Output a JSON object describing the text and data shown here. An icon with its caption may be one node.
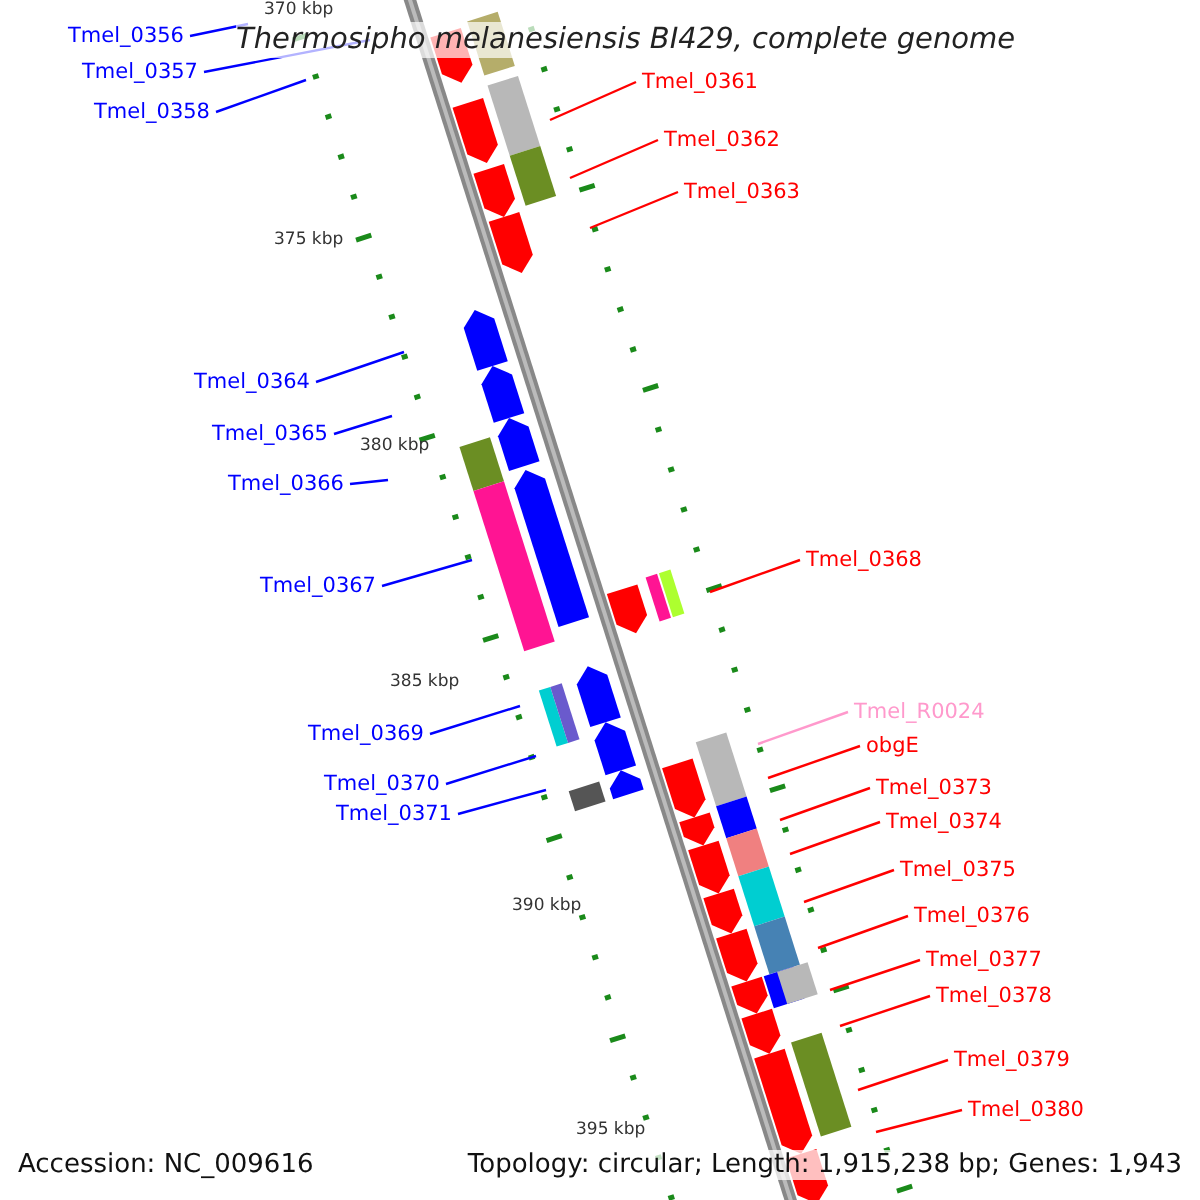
{
  "diagram": {
    "title": "Thermosipho melanesiensis BI429, complete genome",
    "nodes": [
      {
        "text": [
          "Tmel_0356"
        ]
      },
      {
        "text": [
          "Tmel_0357"
        ]
      },
      {
        "text": [
          "Tmel_0361"
        ]
      },
      {
        "text": [
          "Tmel_0358"
        ]
      },
      {
        "text": [
          "Tmel_0362"
        ]
      },
      {
        "text": [
          "Tmel_0363"
        ]
      },
      {
        "text": [
          "Tmel_0364"
        ]
      },
      {
        "text": [
          "Tmel_0365"
        ]
      },
      {
        "text": [
          "Tmel_0366"
        ]
      },
      {
        "text": [
          "Tmel_0368"
        ]
      },
      {
        "text": [
          "Tmel_0367"
        ]
      },
      {
        "text": [
          "Tmel_R0024"
        ]
      },
      {
        "text": [
          "Tmel_0369"
        ]
      },
      {
        "text": [
          "obgE"
        ]
      },
      {
        "text": [
          "Tmel_0370"
        ]
      },
      {
        "text": [
          "Tmel_0373"
        ]
      },
      {
        "text": [
          "Tmel_0371"
        ]
      },
      {
        "text": [
          "Tmel_0374"
        ]
      },
      {
        "text": [
          "Tmel_0375"
        ]
      },
      {
        "text": [
          "Tmel_0376"
        ]
      },
      {
        "text": [
          "Tmel_0377"
        ]
      },
      {
        "text": [
          "Tmel_0378"
        ]
      },
      {
        "text": [
          "Tmel_0379"
        ]
      },
      {
        "text": [
          "Tmel_0380"
        ]
      }
    ],
    "edges": [
      {
        "from": 0,
        "to": null,
        "arrow": "none",
        "color": "#0000ff"
      },
      {
        "from": 1,
        "to": null,
        "arrow": "none",
        "color": "#0000ff"
      },
      {
        "from": 2,
        "to": null,
        "arrow": "none"
      },
      {
        "from": 3,
        "to": null,
        "arrow": "none",
        "color": "#0000ff"
      },
      {
        "from": 4,
        "to": null,
        "arrow": "none"
      },
      {
        "from": 5,
        "to": null,
        "arrow": "none"
      },
      {
        "from": 6,
        "to": null,
        "arrow": "none",
        "color": "#0000ff"
      },
      {
        "from": 7,
        "to": null,
        "arrow": "none",
        "color": "#0000ff"
      },
      {
        "from": 8,
        "to": null,
        "arrow": "none",
        "color": "#0000ff"
      },
      {
        "from": 9,
        "to": null,
        "arrow": "none"
      },
      {
        "from": 10,
        "to": null,
        "arrow": "none",
        "color": "#0000ff"
      },
      {
        "from": 11,
        "to": null,
        "arrow": "none",
        "color": "#ff99cc"
      },
      {
        "from": 12,
        "to": null,
        "arrow": "none",
        "color": "#0000ff"
      },
      {
        "from": 13,
        "to": null,
        "arrow": "none"
      },
      {
        "from": 14,
        "to": null,
        "arrow": "none",
        "color": "#0000ff"
      },
      {
        "from": 15,
        "to": null,
        "arrow": "none"
      },
      {
        "from": 16,
        "to": null,
        "arrow": "none",
        "color": "#0000ff"
      },
      {
        "from": 17,
        "to": null,
        "arrow": "none"
      },
      {
        "from": 18,
        "to": null,
        "arrow": "none"
      },
      {
        "from": 19,
        "to": null,
        "arrow": "none"
      },
      {
        "from": 20,
        "to": null,
        "arrow": "none"
      },
      {
        "from": 21,
        "to": null,
        "arrow": "none"
      },
      {
        "from": 22,
        "to": null,
        "arrow": "none"
      },
      {
        "from": 23,
        "to": null,
        "arrow": "none"
      }
    ],
    "labels": [
      "370 kbp",
      "375 kbp",
      "380 kbp",
      "385 kbp",
      "390 kbp",
      "395 kbp",
      "Accession: NC_009616",
      "Topology: circular; Length: 1,915,238 bp; Genes: 1,943"
    ]
  }
}
